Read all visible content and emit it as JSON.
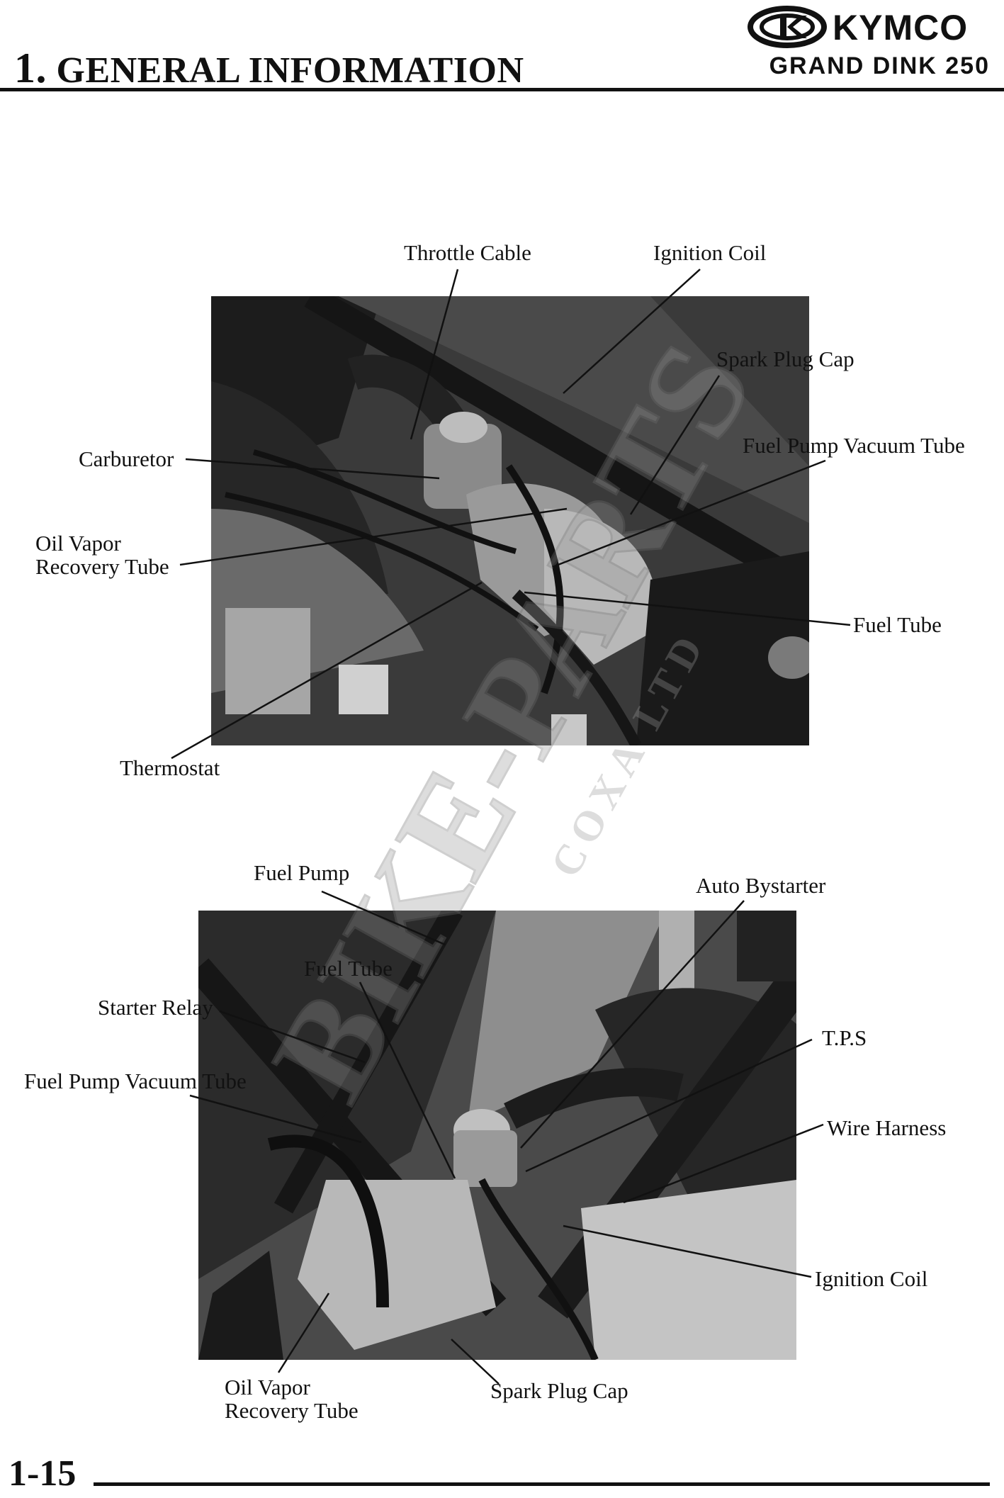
{
  "header": {
    "section_number": "1.",
    "section_title": "GENERAL INFORMATION",
    "brand": "KYMCO",
    "model": "GRAND DINK 250"
  },
  "figure_top": {
    "labels": {
      "throttle_cable": "Throttle Cable",
      "ignition_coil": "Ignition Coil",
      "spark_plug_cap": "Spark Plug Cap",
      "carburetor": "Carburetor",
      "fuel_pump_vacuum_tube": "Fuel Pump Vacuum Tube",
      "oil_vapor_line1": "Oil Vapor",
      "oil_vapor_line2": "Recovery Tube",
      "fuel_tube": "Fuel Tube",
      "thermostat": "Thermostat"
    }
  },
  "figure_bottom": {
    "labels": {
      "fuel_pump": "Fuel Pump",
      "auto_bystarter": "Auto Bystarter",
      "fuel_tube": "Fuel Tube",
      "starter_relay": "Starter Relay",
      "tps": "T.P.S",
      "fuel_pump_vacuum_tube": "Fuel Pump Vacuum Tube",
      "wire_harness": "Wire Harness",
      "ignition_coil": "Ignition Coil",
      "oil_vapor_line1": "Oil Vapor",
      "oil_vapor_line2": "Recovery Tube",
      "spark_plug_cap": "Spark Plug Cap"
    }
  },
  "watermark": {
    "line1": "BIKE-PARTS",
    "line2": "COXA LTD"
  },
  "footer": {
    "page_number": "1-15"
  }
}
